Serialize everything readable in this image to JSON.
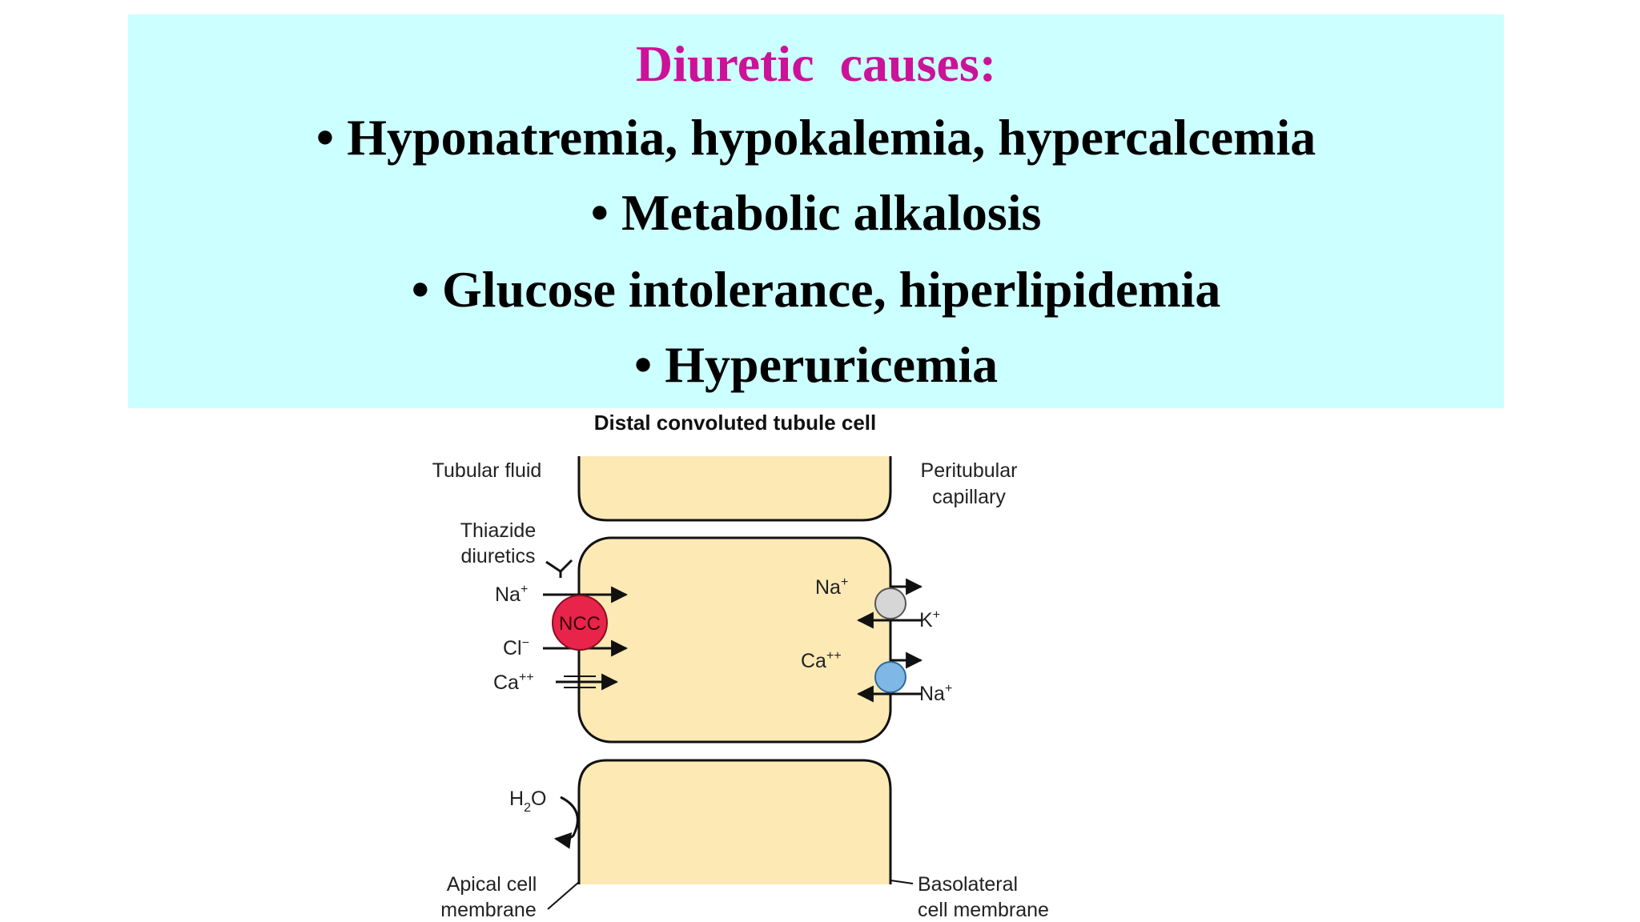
{
  "slide": {
    "title": "Diuretic  causes:",
    "bullets": [
      "Hyponatremia, hypokalemia, hypercalcemia",
      "Metabolic alkalosis",
      "Glucose intolerance, hiperlipidemia",
      "Hyperuricemia"
    ],
    "title_color": "#cc1299",
    "box_color": "#ccffff"
  },
  "diagram": {
    "title": "Distal convoluted tubule cell",
    "tubular_fluid": "Tubular fluid",
    "peritubular": [
      "Peritubular",
      "capillary"
    ],
    "thiazide": [
      "Thiazide",
      "diuretics"
    ],
    "ncc": "NCC",
    "left_ions": {
      "na": "Na",
      "cl": "Cl",
      "ca": "Ca"
    },
    "right_ions": {
      "na_top": "Na",
      "k": "K",
      "ca": "Ca",
      "na_bottom": "Na"
    },
    "water": {
      "h": "H",
      "sub": "2",
      "o": "O"
    },
    "charges": {
      "plus": "+",
      "minus": "−",
      "double_plus": "++"
    },
    "apical": [
      "Apical cell",
      "membrane"
    ],
    "basolateral": [
      "Basolateral",
      "cell membrane"
    ],
    "colors": {
      "cell": "#fce9b4",
      "ncc": "#e8244a",
      "pump": "#d6d6d6",
      "exchanger": "#7fb8e6"
    }
  }
}
